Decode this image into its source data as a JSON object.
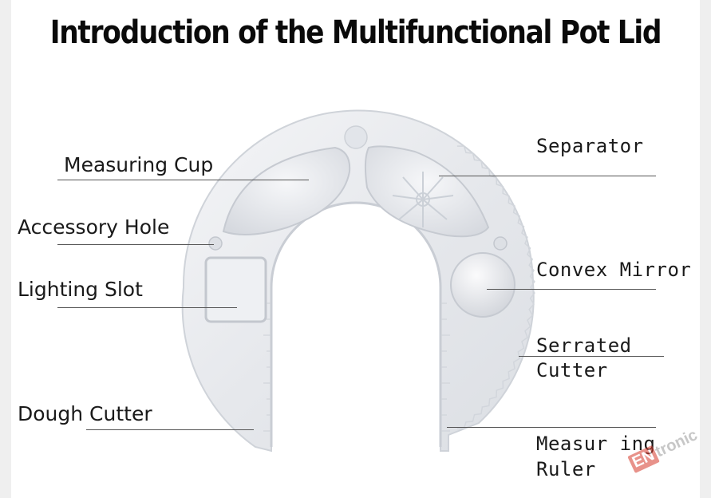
{
  "title": "Introduction of the Multifunctional Pot Lid",
  "labels": {
    "measuring_cup": "Measuring Cup",
    "accessory_hole": "Accessory Hole",
    "lighting_slot": "Lighting Slot",
    "dough_cutter": "Dough Cutter",
    "separator": "Separator",
    "convex_mirror": "Convex Mirror",
    "serrated_cutter_line1": "Serrated",
    "serrated_cutter_line2": "Cutter",
    "measuring_ruler_line1": "Measur ing",
    "measuring_ruler_line2": "Ruler"
  },
  "watermark": {
    "box_text": "EN",
    "text": "tronic"
  },
  "colors": {
    "lid_fill": "#e9ebef",
    "lid_edge": "#cfd3d9",
    "leader_line": "#555555",
    "watermark_red": "#d63a2c"
  }
}
